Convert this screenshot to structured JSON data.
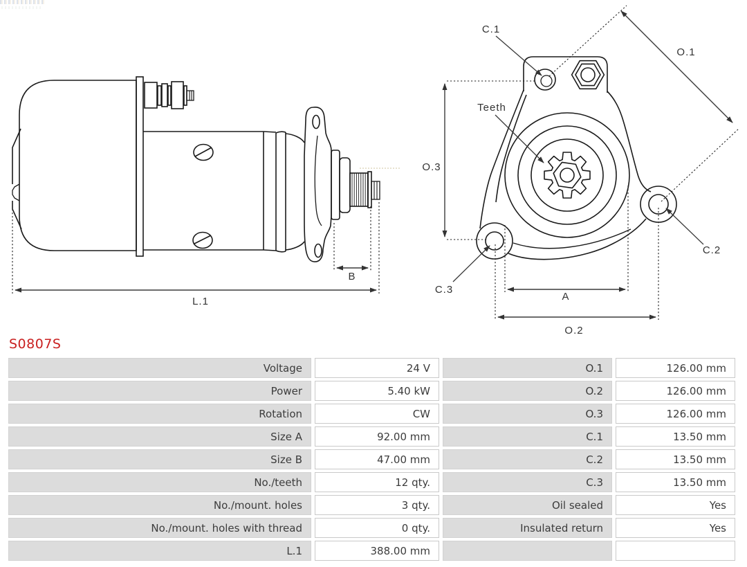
{
  "part_number": "S0807S",
  "drawing": {
    "labels": {
      "c1": "C.1",
      "o1": "O.1",
      "o3": "O.3",
      "teeth": "Teeth",
      "c3": "C.3",
      "c2": "C.2",
      "a": "A",
      "o2": "O.2",
      "b": "B",
      "l1": "L.1"
    }
  },
  "table": {
    "rows": [
      [
        "Voltage",
        "24 V",
        "O.1",
        "126.00 mm"
      ],
      [
        "Power",
        "5.40 kW",
        "O.2",
        "126.00 mm"
      ],
      [
        "Rotation",
        "CW",
        "O.3",
        "126.00 mm"
      ],
      [
        "Size A",
        "92.00 mm",
        "C.1",
        "13.50 mm"
      ],
      [
        "Size B",
        "47.00 mm",
        "C.2",
        "13.50 mm"
      ],
      [
        "No./teeth",
        "12 qty.",
        "C.3",
        "13.50 mm"
      ],
      [
        "No./mount. holes",
        "3 qty.",
        "Oil sealed",
        "Yes"
      ],
      [
        "No./mount. holes with thread",
        "0 qty.",
        "Insulated return",
        "Yes"
      ],
      [
        "L.1",
        "388.00 mm",
        "",
        ""
      ]
    ]
  }
}
